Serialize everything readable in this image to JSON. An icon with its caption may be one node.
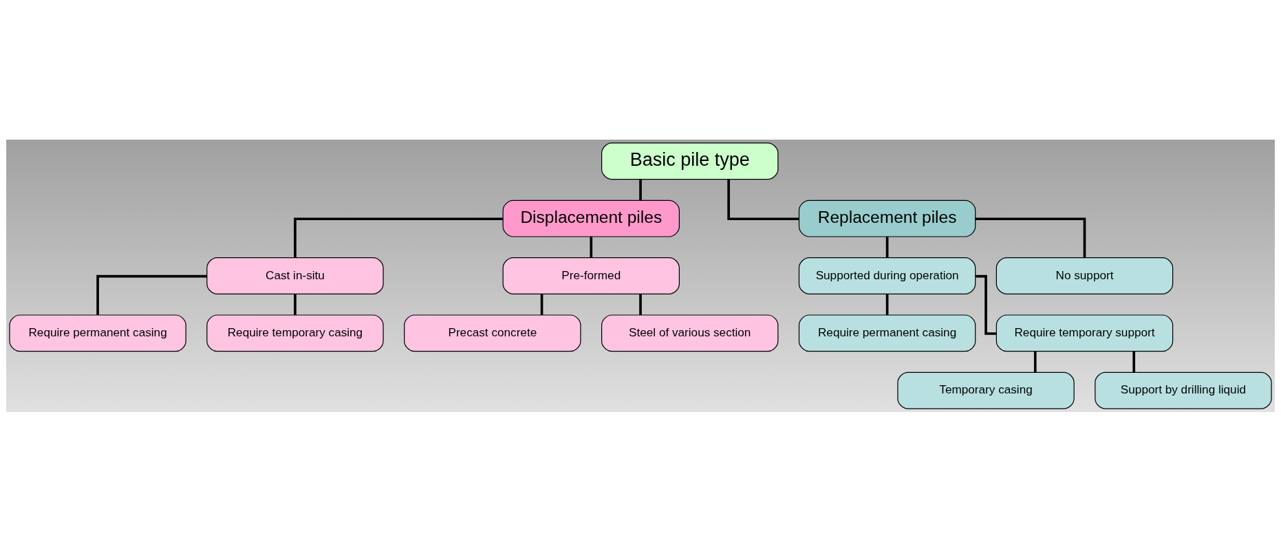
{
  "diagram": {
    "nodes": [
      {
        "text": [
          "Basic pile type"
        ]
      },
      {
        "text": [
          "Displacement piles"
        ]
      },
      {
        "text": [
          "Replacement piles"
        ]
      },
      {
        "text": [
          "Cast in-situ"
        ]
      },
      {
        "text": [
          "Pre-formed"
        ]
      },
      {
        "text": [
          "Supported during operation"
        ]
      },
      {
        "text": [
          "No support"
        ]
      },
      {
        "text": [
          "Require permanent casing"
        ]
      },
      {
        "text": [
          "Require temporary casing"
        ]
      },
      {
        "text": [
          "Precast concrete"
        ]
      },
      {
        "text": [
          "Steel of various section"
        ]
      },
      {
        "text": [
          "Require permanent casing"
        ]
      },
      {
        "text": [
          "Require temporary support"
        ]
      },
      {
        "text": [
          "Temporary casing"
        ]
      },
      {
        "text": [
          "Support by drilling liquid"
        ]
      }
    ],
    "edges": [
      {
        "from": 0,
        "to": 1,
        "arrow": "none"
      },
      {
        "from": 0,
        "to": 2,
        "arrow": "none"
      },
      {
        "from": 1,
        "to": 3,
        "arrow": "none"
      },
      {
        "from": 1,
        "to": 4,
        "arrow": "none"
      },
      {
        "from": 2,
        "to": 5,
        "arrow": "none"
      },
      {
        "from": 2,
        "to": 6,
        "arrow": "none"
      },
      {
        "from": 3,
        "to": 7,
        "arrow": "none"
      },
      {
        "from": 3,
        "to": 8,
        "arrow": "none"
      },
      {
        "from": 4,
        "to": 9,
        "arrow": "none"
      },
      {
        "from": 4,
        "to": 10,
        "arrow": "none"
      },
      {
        "from": 5,
        "to": 11,
        "arrow": "none"
      },
      {
        "from": 5,
        "to": 12,
        "arrow": "none"
      },
      {
        "from": 12,
        "to": 13,
        "arrow": "none"
      },
      {
        "from": 12,
        "to": 14,
        "arrow": "none"
      }
    ]
  }
}
